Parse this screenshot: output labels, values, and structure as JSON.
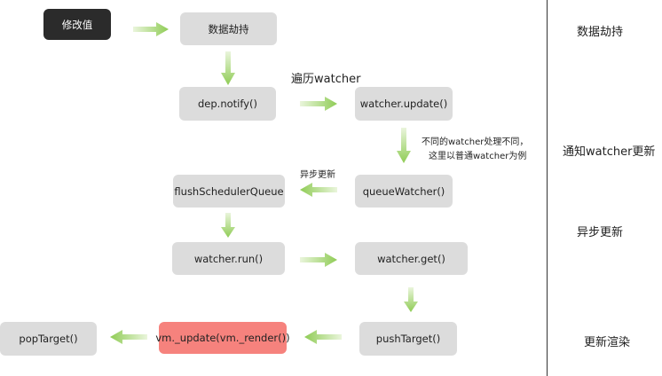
{
  "nodes": {
    "modify_value": "修改值",
    "data_hijack": "数据劫持",
    "dep_notify": "dep.notify()",
    "watcher_update": "watcher.update()",
    "queue_watcher": "queueWatcher()",
    "flush_scheduler_queue": "flushSchedulerQueue",
    "watcher_run": "watcher.run()",
    "watcher_get": "watcher.get()",
    "push_target": "pushTarget()",
    "vm_update": "vm._update(vm._render())",
    "pop_target": "popTarget()"
  },
  "annotations": {
    "iterate_watcher": "遍历watcher",
    "different_watcher_line1": "不同的watcher处理不同，",
    "different_watcher_line2": "这里以普通watcher为例",
    "async_update": "异步更新"
  },
  "stages": {
    "data_hijack": "数据劫持",
    "notify_watcher_update": "通知watcher更新",
    "async_update": "异步更新",
    "update_render": "更新渲染"
  },
  "colors": {
    "arrow": "#9fd36a",
    "node": "#dcdcdc",
    "node_dark": "#2b2b2b",
    "node_highlight": "#f6827d"
  }
}
